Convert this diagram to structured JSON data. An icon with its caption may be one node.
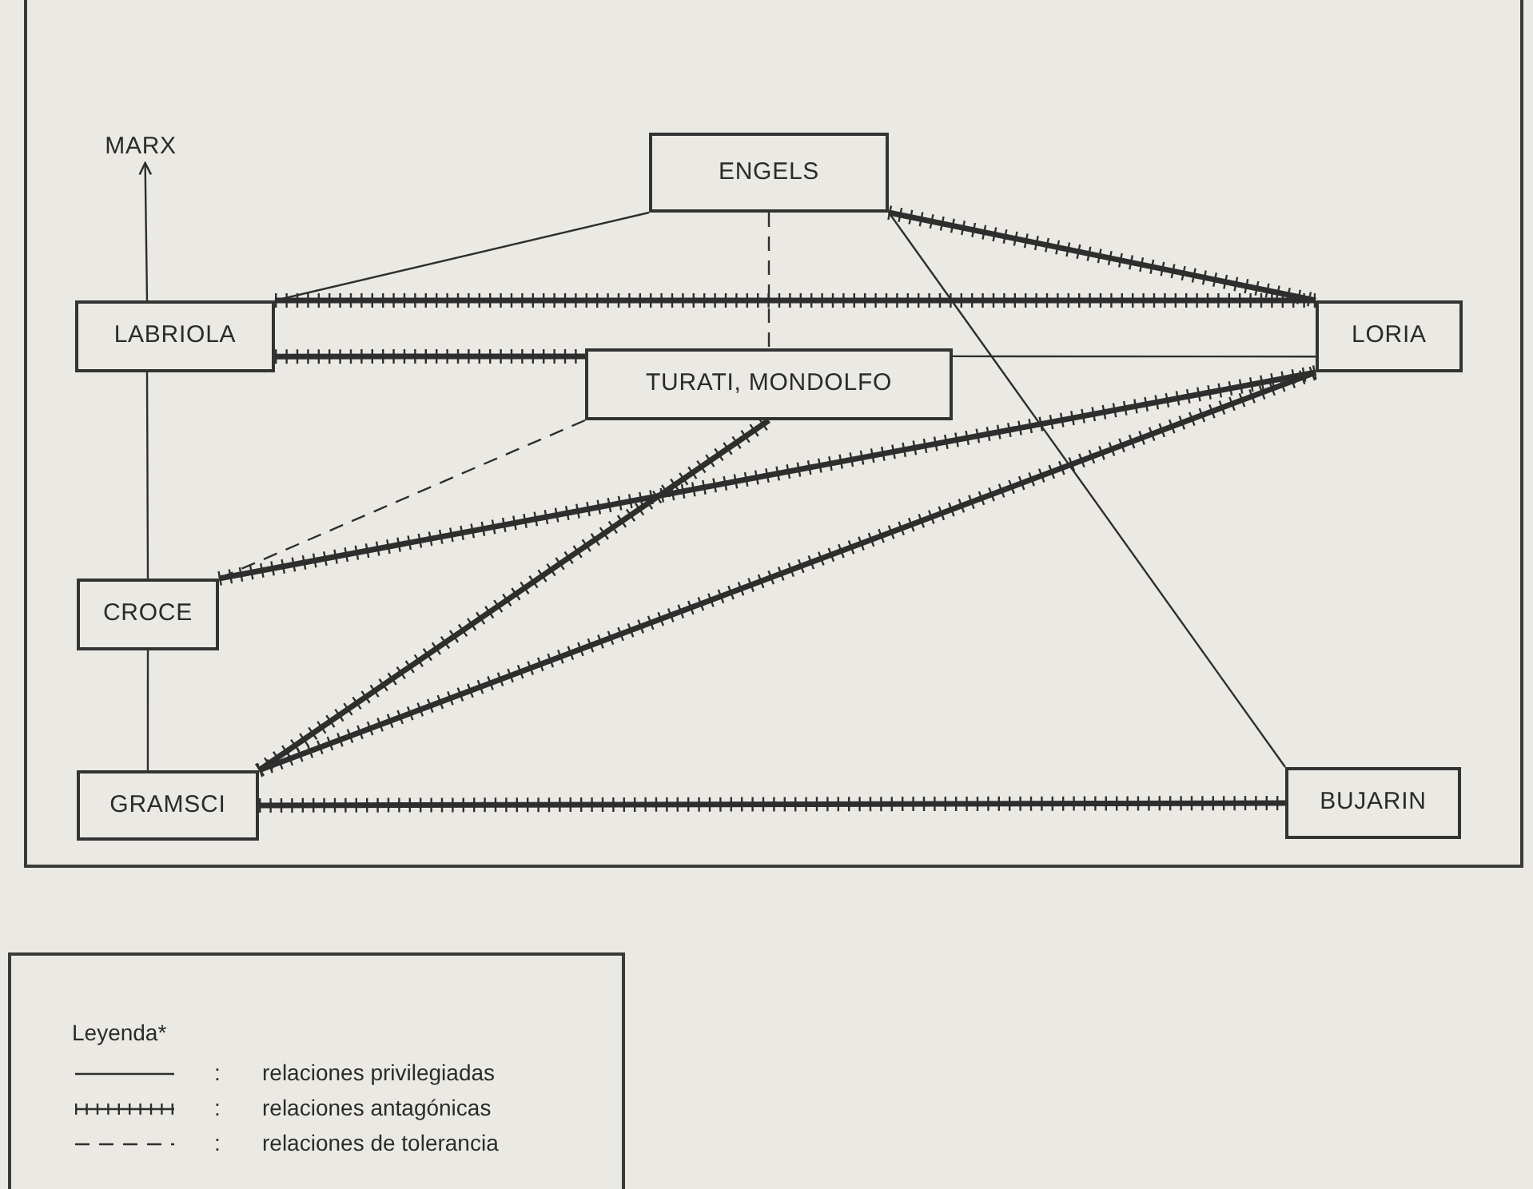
{
  "diagram": {
    "nodes": [
      {
        "text": [
          "MARX"
        ]
      },
      {
        "text": [
          "ENGELS"
        ]
      },
      {
        "text": [
          "LABRIOLA"
        ]
      },
      {
        "text": [
          "TURATI, MONDOLFO"
        ]
      },
      {
        "text": [
          "LORIA"
        ]
      },
      {
        "text": [
          "CROCE"
        ]
      },
      {
        "text": [
          "GRAMSCI"
        ]
      },
      {
        "text": [
          "BUJARIN"
        ]
      }
    ],
    "edges": [
      {
        "from": 2,
        "to": 0,
        "arrow": "to"
      },
      {
        "from": 1,
        "to": 2,
        "arrow": "none"
      },
      {
        "from": 1,
        "to": 3,
        "arrow": "none",
        "style": "dashed"
      },
      {
        "from": 1,
        "to": 4,
        "arrow": "none",
        "style": "thick"
      },
      {
        "from": 1,
        "to": 7,
        "arrow": "none"
      },
      {
        "from": 2,
        "to": 4,
        "arrow": "none",
        "style": "thick"
      },
      {
        "from": 2,
        "to": 3,
        "arrow": "none",
        "style": "thick"
      },
      {
        "from": 2,
        "to": 5,
        "arrow": "none"
      },
      {
        "from": 3,
        "to": 4,
        "arrow": "none"
      },
      {
        "from": 3,
        "to": 5,
        "arrow": "none",
        "style": "dashed"
      },
      {
        "from": 5,
        "to": 4,
        "arrow": "none",
        "style": "thick"
      },
      {
        "from": 5,
        "to": 6,
        "arrow": "none"
      },
      {
        "from": 6,
        "to": 3,
        "arrow": "none",
        "style": "thick"
      },
      {
        "from": 6,
        "to": 4,
        "arrow": "none",
        "style": "thick"
      },
      {
        "from": 6,
        "to": 7,
        "arrow": "none",
        "style": "thick"
      }
    ],
    "labels": [
      "Leyenda*",
      ":",
      ":",
      ":"
    ],
    "legend": [
      {
        "text": "relaciones privilegiadas"
      },
      {
        "text": "relaciones antagónicas"
      },
      {
        "text": "relaciones de tolerancia"
      }
    ]
  }
}
